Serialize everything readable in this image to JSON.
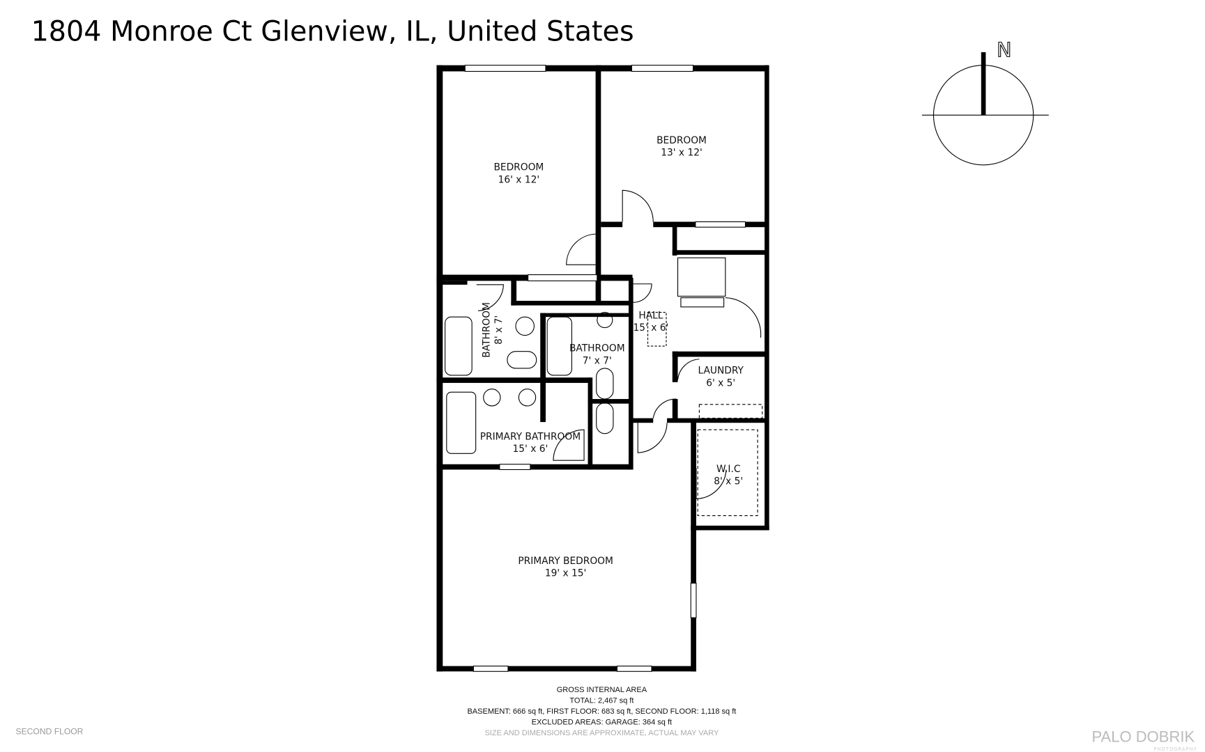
{
  "title": "1804 Monroe Ct Glenview, IL, United States",
  "compass": {
    "label": "N",
    "icon": "north-arrow-icon"
  },
  "rooms": [
    {
      "name": "BEDROOM",
      "size": "16' x 12'"
    },
    {
      "name": "BEDROOM",
      "size": "13' x 12'"
    },
    {
      "name": "BATHROOM",
      "size": "8' x 7'"
    },
    {
      "name": "HALL",
      "size": "15' x 6'"
    },
    {
      "name": "BATHROOM",
      "size": "7' x 7'"
    },
    {
      "name": "LAUNDRY",
      "size": "6' x 5'"
    },
    {
      "name": "PRIMARY BATHROOM",
      "size": "15' x 6'"
    },
    {
      "name": "W.I.C",
      "size": "8' x 5'"
    },
    {
      "name": "PRIMARY BEDROOM",
      "size": "19' x 15'"
    }
  ],
  "footer": {
    "heading": "GROSS INTERNAL AREA",
    "total": "TOTAL: 2,467 sq ft",
    "floors": "BASEMENT: 666 sq ft, FIRST FLOOR: 683 sq ft, SECOND FLOOR: 1,118 sq ft",
    "excluded": "EXCLUDED AREAS: GARAGE: 364 sq ft",
    "disclaimer": "SIZE AND DIMENSIONS ARE APPROXIMATE, ACTUAL MAY VARY"
  },
  "floor_label": "SECOND FLOOR",
  "logo": {
    "text": "PALO DOBRIK",
    "sub": "PHOTOGRAPHY"
  }
}
